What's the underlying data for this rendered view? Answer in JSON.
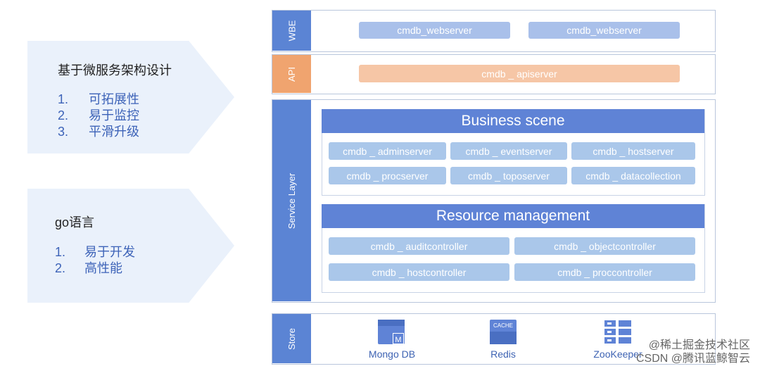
{
  "left_panels": {
    "microservice": {
      "title": "基于微服务架构设计",
      "items": [
        {
          "num": "1.",
          "text": "可拓展性"
        },
        {
          "num": "2.",
          "text": "易于监控"
        },
        {
          "num": "3.",
          "text": "平滑升级"
        }
      ]
    },
    "golang": {
      "title": "go语言",
      "items": [
        {
          "num": "1.",
          "text": "易于开发"
        },
        {
          "num": "2.",
          "text": "高性能"
        }
      ]
    }
  },
  "layers": {
    "wbe": {
      "label": "WBE",
      "services": [
        "cmdb_webserver",
        "cmdb_webserver"
      ]
    },
    "api": {
      "label": "API",
      "service": "cmdb _ apiserver"
    },
    "service": {
      "label": "Service Layer",
      "business": {
        "title": "Business scene",
        "services": [
          "cmdb _ adminserver",
          "cmdb _ eventserver",
          "cmdb _ hostserver",
          "cmdb _ procserver",
          "cmdb _ toposerver",
          "cmdb _ datacollection"
        ]
      },
      "resource": {
        "title": "Resource management",
        "services": [
          "cmdb _ auditcontroller",
          "cmdb _ objectcontroller",
          "cmdb _ hostcontroller",
          "cmdb _ proccontroller"
        ]
      }
    },
    "store": {
      "label": "Store",
      "items": [
        {
          "name": "Mongo DB",
          "icon": "mongodb-icon"
        },
        {
          "name": "Redis",
          "icon": "redis-cache-icon",
          "badge": "CACHE"
        },
        {
          "name": "ZooKeeper",
          "icon": "zookeeper-icon"
        }
      ]
    }
  },
  "colors": {
    "side_blue": "#5b84d4",
    "side_orange": "#f0a46f",
    "pill_blue": "#a9c0ea",
    "pill_orange": "#f6c6a6",
    "header_blue": "#5f83d6",
    "arrow_bg": "#eaf1fb",
    "accent_text": "#3d63b8"
  },
  "watermark": {
    "line1": "@稀土掘金技术社区",
    "line2": "CSDN @腾讯蓝鲸智云"
  }
}
